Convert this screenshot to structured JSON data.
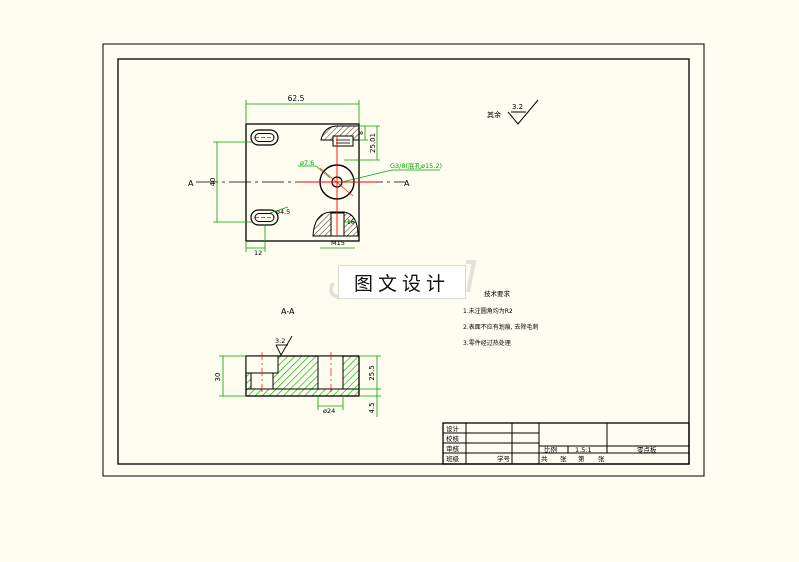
{
  "colors": {
    "background": "#fefdf0",
    "line": "#000000",
    "dimension": "#00a000",
    "centerline": "#ff0000",
    "hatch": "#00b000"
  },
  "top_view": {
    "dims": {
      "width": "62.5",
      "height": "25.01",
      "small_top": "8",
      "hole_dia": "ø7.6",
      "thread": "G3/8(底孔ø15.2)",
      "slot": "ø4.5",
      "left_offset": "12",
      "m_thread": "M15",
      "side": "16",
      "left_height": "40"
    },
    "section_mark": "A"
  },
  "roughness": {
    "label": "其余",
    "value": "3.2"
  },
  "section_view": {
    "title": "A-A",
    "roughness_value": "3.2",
    "dims": {
      "height": "30",
      "upper": "25.5",
      "lower": "4.5",
      "bottom_dia": "ø24"
    }
  },
  "notes": {
    "title": "技术要求",
    "items": [
      "1.未注圆角均为R2",
      "2.表面不应有划痕, 去除毛刺",
      "3.零件经过热处理"
    ]
  },
  "title_block": {
    "rows": [
      "设计",
      "校核",
      "审核",
      "班级"
    ],
    "student_no": "学号",
    "scale_label": "比例",
    "scale_value": "1.5:1",
    "part_name": "零点板",
    "sheet": [
      "共",
      "张",
      "第",
      "张"
    ]
  },
  "watermark": {
    "text": "图文设计"
  }
}
